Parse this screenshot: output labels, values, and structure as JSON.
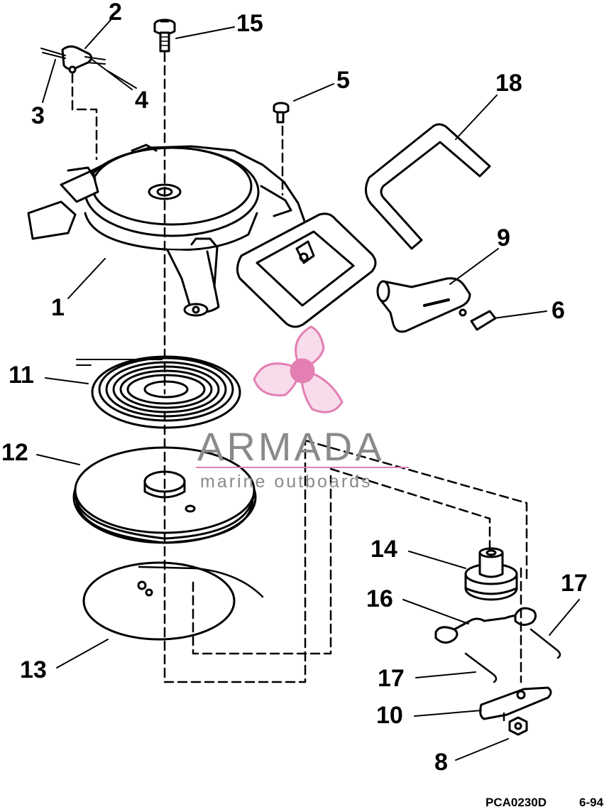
{
  "callouts": {
    "c1": "1",
    "c2": "2",
    "c3": "3",
    "c4": "4",
    "c5": "5",
    "c6": "6",
    "c8": "8",
    "c9": "9",
    "c10": "10",
    "c11": "11",
    "c12": "12",
    "c13": "13",
    "c14": "14",
    "c15": "15",
    "c16": "16",
    "c17a": "17",
    "c17b": "17",
    "c18": "18"
  },
  "footer": {
    "code": "PCA0230D",
    "date": "6-94"
  },
  "watermark": {
    "brand": "ARMADA",
    "tagline": "marine outboards",
    "logo_color": "#e37fb3",
    "text_color": "#8a8a8a"
  }
}
